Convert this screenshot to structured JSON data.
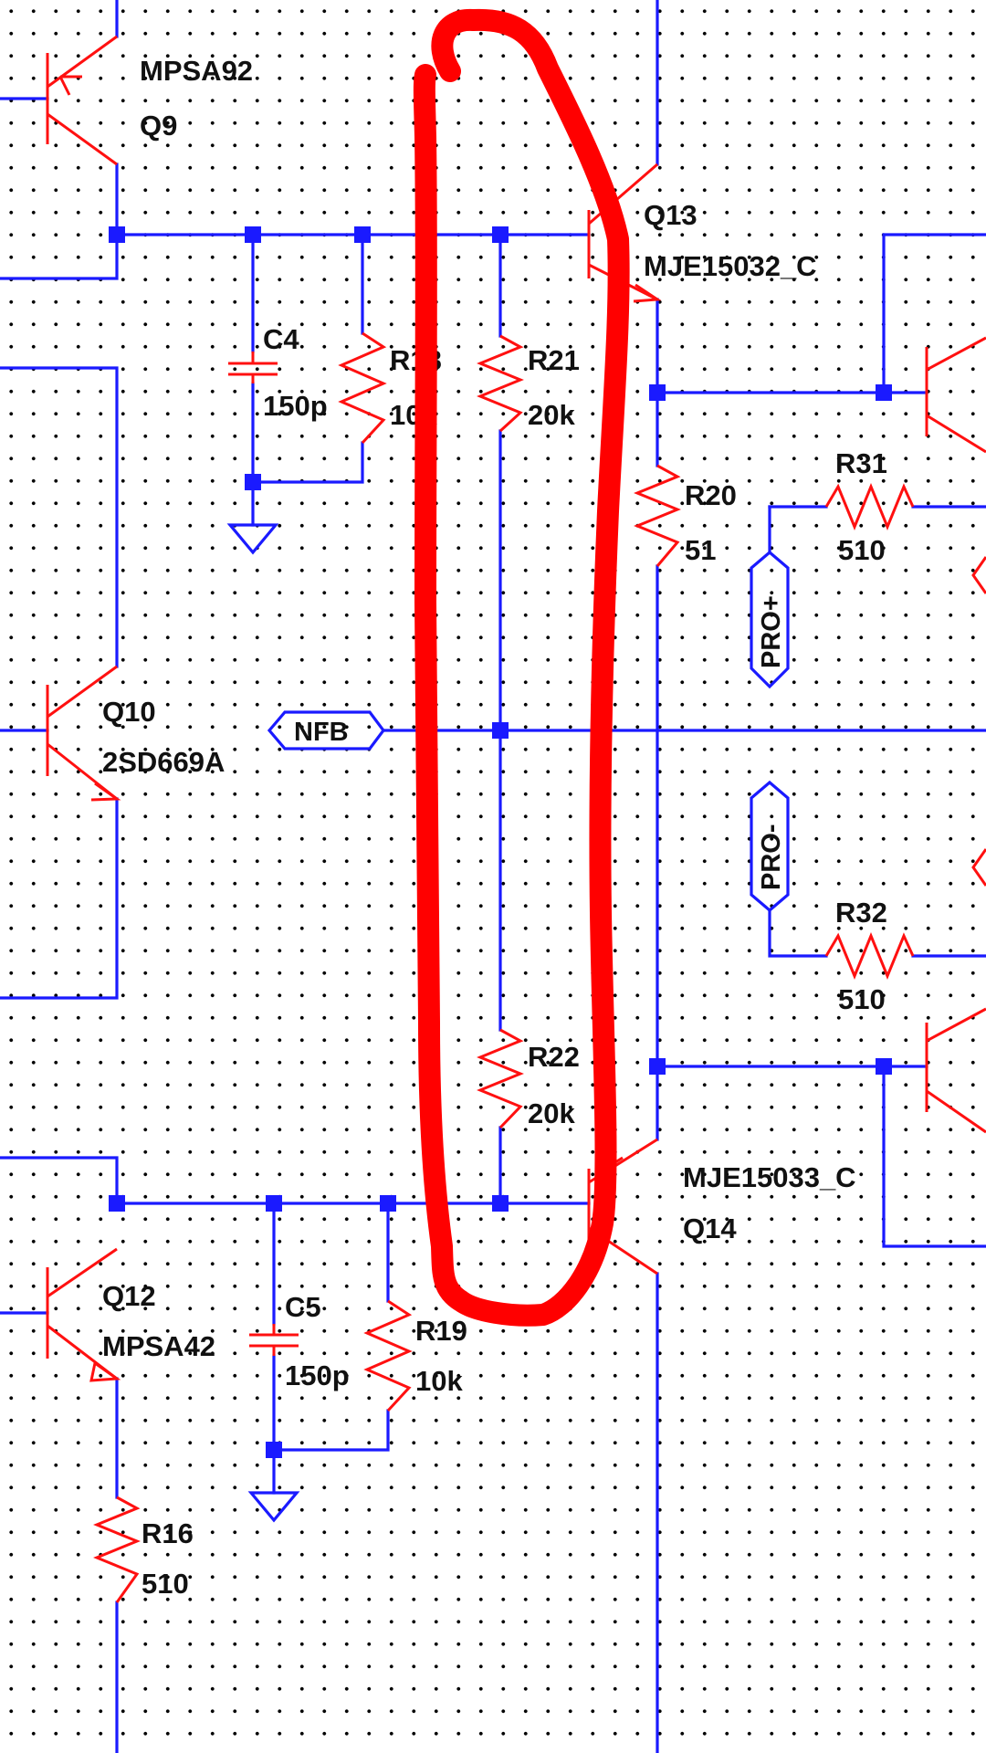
{
  "labels": {
    "q9": {
      "model": "MPSA92",
      "ref": "Q9"
    },
    "q10": {
      "ref": "Q10",
      "model": "2SD669A"
    },
    "q12": {
      "ref": "Q12",
      "model": "MPSA42"
    },
    "q13": {
      "ref": "Q13",
      "model": "MJE15032_C"
    },
    "q14": {
      "model": "MJE15033_C",
      "ref": "Q14"
    },
    "c4": {
      "ref": "C4",
      "value": "150p"
    },
    "c5": {
      "ref": "C5",
      "value": "150p"
    },
    "r18": {
      "ref": "R18",
      "value": "10k"
    },
    "r19": {
      "ref": "R19",
      "value": "10k"
    },
    "r21": {
      "ref": "R21",
      "value": "20k"
    },
    "r22": {
      "ref": "R22",
      "value": "20k"
    },
    "r20": {
      "ref": "R20",
      "value": "51"
    },
    "r31": {
      "ref": "R31",
      "value": "510"
    },
    "r32": {
      "ref": "R32",
      "value": "510"
    },
    "r16": {
      "ref": "R16",
      "value": "510"
    },
    "ports": {
      "nfb": "NFB",
      "pro_plus": "PRO+",
      "pro_minus": "PRO-"
    }
  },
  "colors": {
    "wire": "#1a1aff",
    "component": "#ff1010",
    "annotation": "#ff0000",
    "text": "#111111"
  }
}
